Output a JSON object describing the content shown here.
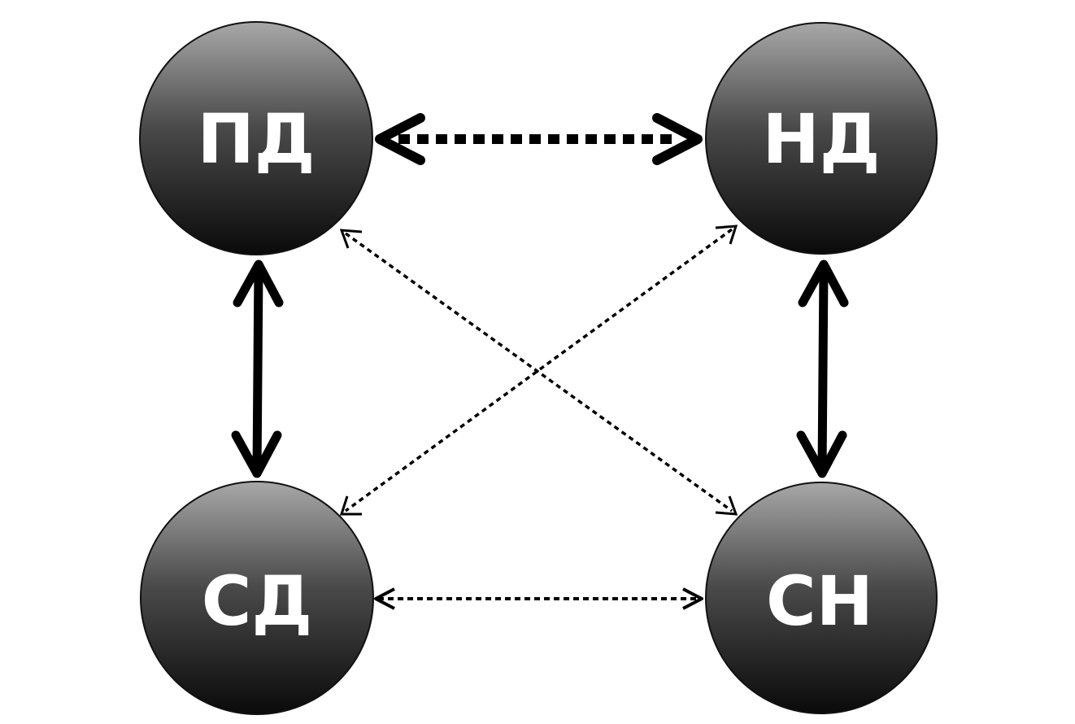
{
  "nodes": {
    "pd": {
      "label": "ПД"
    },
    "nd": {
      "label": "НД"
    },
    "sd": {
      "label": "СД"
    },
    "sn": {
      "label": "СН"
    }
  },
  "edges": [
    {
      "from": "ПД",
      "to": "НД",
      "style": "thick-dotted",
      "direction": "both"
    },
    {
      "from": "ПД",
      "to": "СД",
      "style": "solid",
      "direction": "both"
    },
    {
      "from": "НД",
      "to": "СН",
      "style": "solid",
      "direction": "both"
    },
    {
      "from": "ПД",
      "to": "СН",
      "style": "thin-dotted",
      "direction": "both"
    },
    {
      "from": "НД",
      "to": "СД",
      "style": "thin-dotted",
      "direction": "both"
    },
    {
      "from": "СД",
      "to": "СН",
      "style": "thin-dotted",
      "direction": "both"
    }
  ],
  "colors": {
    "node_top": "#a8a8a8",
    "node_bottom": "#0a0a0a",
    "edge": "#000000"
  }
}
